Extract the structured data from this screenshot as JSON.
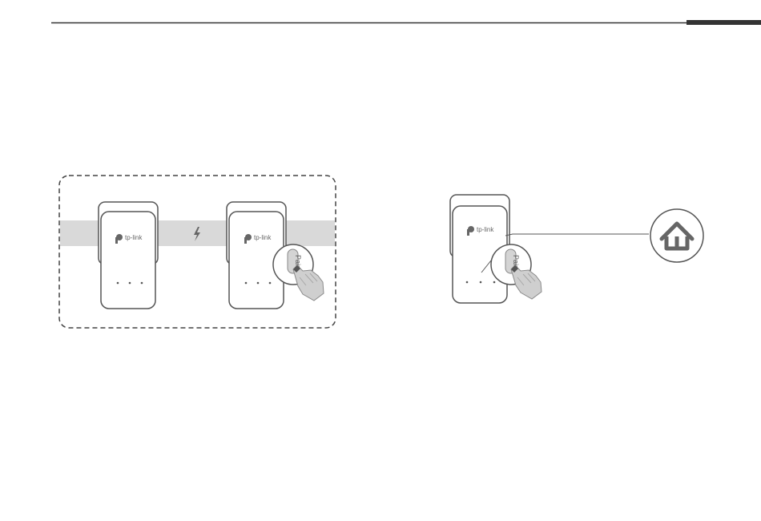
{
  "brand": "tp-link",
  "button_label": "Pair",
  "icons": {
    "power_sync": "lightning-icon",
    "home": "home-icon",
    "hand": "pointing-hand-icon",
    "logo": "tp-link-logo-icon"
  },
  "colors": {
    "line": "#333333",
    "band": "#d9d9d9",
    "device_outline": "#555555",
    "icon_gray": "#666666"
  },
  "left_panel": {
    "devices": [
      {
        "brand": "tp-link",
        "leds": 3,
        "pair_pressed": false
      },
      {
        "brand": "tp-link",
        "leds": 3,
        "pair_pressed": true
      }
    ]
  },
  "right_panel": {
    "device": {
      "brand": "tp-link",
      "leds": 3,
      "pair_pressed": true
    }
  }
}
